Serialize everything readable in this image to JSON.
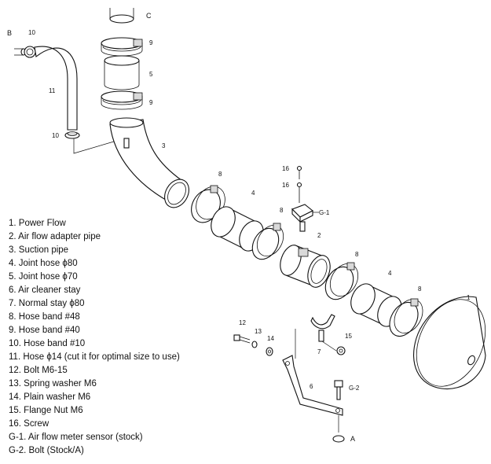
{
  "legend": [
    "1. Power Flow",
    "2. Air flow adapter pipe",
    "3. Suction pipe",
    "4. Joint hose ϕ80",
    "5. Joint hose ϕ70",
    "6. Air cleaner stay",
    "7. Normal stay ϕ80",
    "8. Hose band #48",
    "9. Hose band #40",
    "10. Hose band #10",
    "11. Hose ϕ14 (cut it for optimal size to use)",
    "12. Bolt M6-15",
    "13. Spring washer M6",
    "14. Plain washer M6",
    "15. Flange Nut M6",
    "16. Screw",
    "G-1. Air flow meter sensor (stock)",
    "G-2. Bolt (Stock/A)"
  ],
  "callouts": {
    "B": "B",
    "C": "C",
    "A": "A",
    "n1": "1",
    "n2": "2",
    "n3": "3",
    "n4a": "4",
    "n4b": "4",
    "n5": "5",
    "n6": "6",
    "n7": "7",
    "n8a": "8",
    "n8b": "8",
    "n8c": "8",
    "n8d": "8",
    "n9a": "9",
    "n9b": "9",
    "n10a": "10",
    "n10b": "10",
    "n11": "11",
    "n12": "12",
    "n13": "13",
    "n14": "14",
    "n15": "15",
    "n16a": "16",
    "n16b": "16",
    "g1": "G-1",
    "g2": "G-2"
  }
}
